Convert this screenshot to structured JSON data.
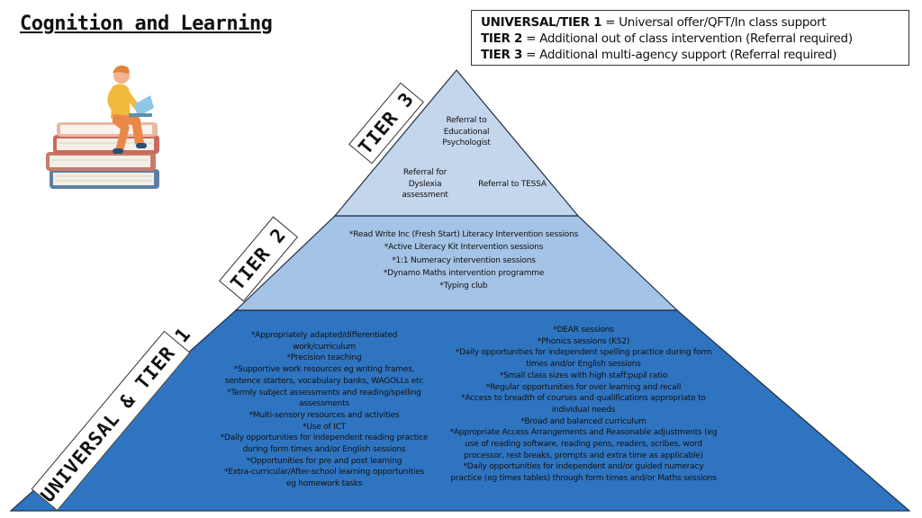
{
  "title": "Cognition and Learning",
  "legend": [
    {
      "key": "UNIVERSAL/TIER 1",
      "text": " = Universal offer/QFT/In class support"
    },
    {
      "key": "TIER 2",
      "text": " = Additional out of class intervention (Referral required)"
    },
    {
      "key": "TIER 3",
      "text": " = Additional multi-agency support (Referral required)"
    }
  ],
  "tier_labels": {
    "tier3": "TIER 3",
    "tier2": "TIER 2",
    "tier1": "UNIVERSAL & TIER 1"
  },
  "tier3": {
    "ed_psych": "Referral to\nEducational\nPsychologist",
    "dyslexia": "Referral for\nDyslexia\nassessment",
    "tessa": "Referral to TESSA"
  },
  "tier2": {
    "items": "*Read Write Inc (Fresh Start) Literacy Intervention sessions\n*Active Literacy Kit Intervention sessions\n*1:1 Numeracy intervention sessions\n*Dynamo Maths intervention programme\n*Typing club"
  },
  "tier1": {
    "left": "*Appropriately adapted/differentiated\nwork/curriculum\n*Precision teaching\n*Supportive work resources eg writing frames,\nsentence starters, vocabulary banks, WAGOLLs etc\n*Termly subject assessments and reading/spelling\nassessments\n*Multi-sensory resources and activities\n*Use of ICT\n*Daily opportunities for independent reading practice\nduring form times and/or English sessions\n*Opportunities for pre and post learning\n*Extra-curricular/After-school learning opportunities\neg homework tasks",
    "right": "*DEAR sessions\n*Phonics sessions (KS2)\n*Daily opportunities for independent spelling practice during form\ntimes and/or English sessions\n*Small class sizes with high staff:pupil ratio\n*Regular opportunities for over learning and recall\n*Access to breadth of courses and qualifications appropriate to\nindividual needs\n*Broad and balanced curriculum\n*Appropriate Access Arrangements and Reasonable adjustments (eg\nuse of reading software, reading pens, readers, scribes, word\nprocessor, rest breaks, prompts and extra time as applicable)\n*Daily opportunities for independent and/or guided numeracy\npractice (eg times tables) through form times and/or Maths sessions"
  },
  "colors": {
    "tier3_fill": "#c3d6ec",
    "tier2_fill": "#a4c3e6",
    "tier1_fill": "#2f74c0",
    "outline": "#1f2f44"
  }
}
